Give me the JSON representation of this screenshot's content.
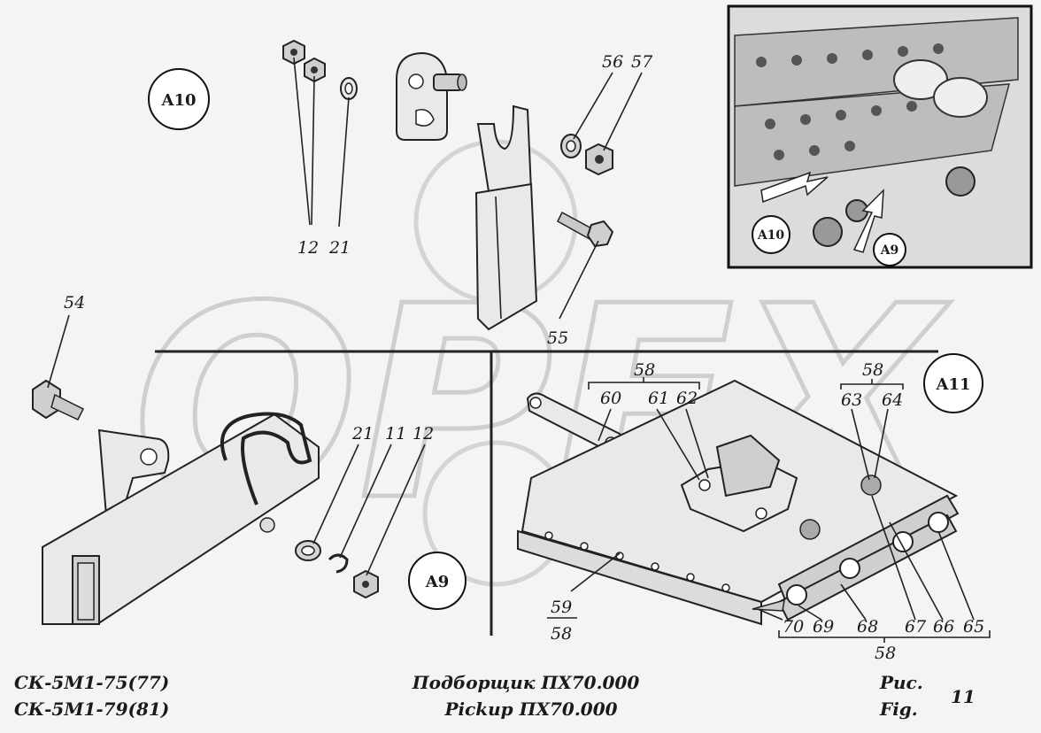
{
  "watermark": "OPEX",
  "callouts": {
    "a10": "A10",
    "a9": "A9",
    "a11": "A11",
    "inset_a10": "A10",
    "inset_a9": "A9"
  },
  "labels": {
    "n12_top": "12",
    "n21_top": "21",
    "n56": "56",
    "n57": "57",
    "n55": "55",
    "n54": "54",
    "n21_bot": "21",
    "n11_bot": "11",
    "n12_bot": "12",
    "g58_top": "58",
    "n60": "60",
    "n61": "61",
    "n62": "62",
    "g58_right": "58",
    "n63": "63",
    "n64": "64",
    "n59": "59",
    "n58_frac": "58",
    "n70": "70",
    "n69": "69",
    "n68": "68",
    "n67": "67",
    "n66": "66",
    "n65": "65",
    "g58_bottom": "58"
  },
  "footer": {
    "model_line1": "СК-5М1-75(77)",
    "model_line2": "СК-5М1-79(81)",
    "title_ru": "Подборщик  ПХ70.000",
    "title_en": "Pickup  ПХ70.000",
    "fig_ru": "Рис.",
    "fig_en": "Fig.",
    "fig_number": "11"
  }
}
